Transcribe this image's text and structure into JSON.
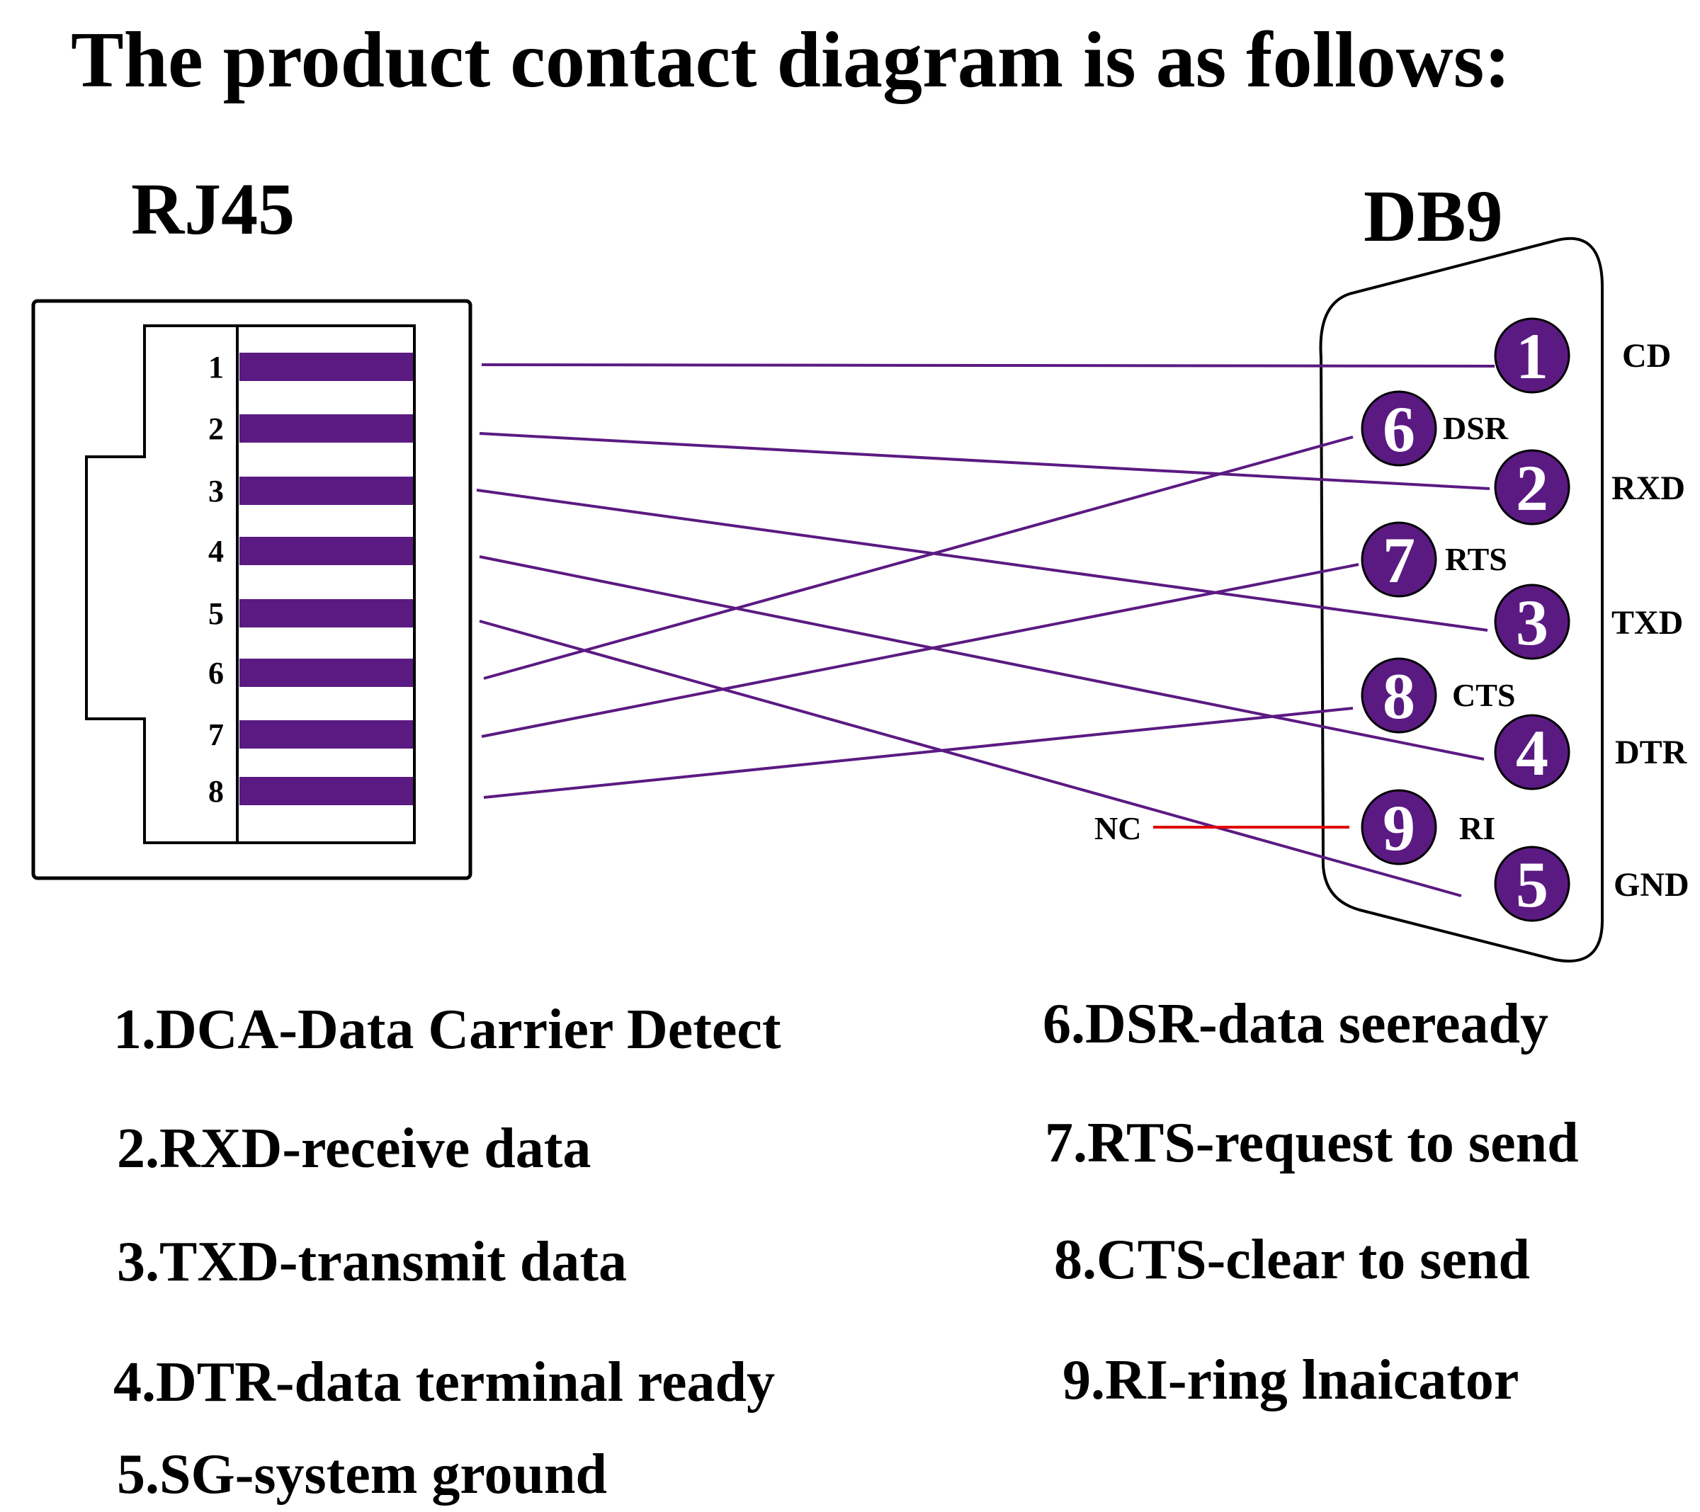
{
  "title": "The product contact diagram is as follows:",
  "colors": {
    "accent": "#5b1a82",
    "wire": "#5b1a82",
    "nc_wire": "#e00000",
    "outline": "#000000"
  },
  "rj45": {
    "title": "RJ45",
    "pins": [
      "1",
      "2",
      "3",
      "4",
      "5",
      "6",
      "7",
      "8"
    ]
  },
  "db9": {
    "title": "DB9",
    "pins": [
      {
        "num": "1",
        "label": "CD"
      },
      {
        "num": "2",
        "label": "RXD"
      },
      {
        "num": "3",
        "label": "TXD"
      },
      {
        "num": "4",
        "label": "DTR"
      },
      {
        "num": "5",
        "label": "GND"
      },
      {
        "num": "6",
        "label": "DSR"
      },
      {
        "num": "7",
        "label": "RTS"
      },
      {
        "num": "8",
        "label": "CTS"
      },
      {
        "num": "9",
        "label": "RI"
      }
    ],
    "nc_label": "NC"
  },
  "connections": [
    {
      "rj45": "1",
      "db9": "1"
    },
    {
      "rj45": "2",
      "db9": "2"
    },
    {
      "rj45": "3",
      "db9": "3"
    },
    {
      "rj45": "4",
      "db9": "4"
    },
    {
      "rj45": "5",
      "db9": "5"
    },
    {
      "rj45": "6",
      "db9": "6"
    },
    {
      "rj45": "7",
      "db9": "7"
    },
    {
      "rj45": "8",
      "db9": "8"
    }
  ],
  "legend": {
    "left": [
      "1.DCA-Data Carrier Detect",
      "2.RXD-receive data",
      "3.TXD-transmit data",
      "4.DTR-data terminal ready",
      "5.SG-system ground"
    ],
    "right": [
      "6.DSR-data seeready",
      "7.RTS-request to send",
      "8.CTS-clear to send",
      "9.RI-ring lnaicator"
    ]
  }
}
